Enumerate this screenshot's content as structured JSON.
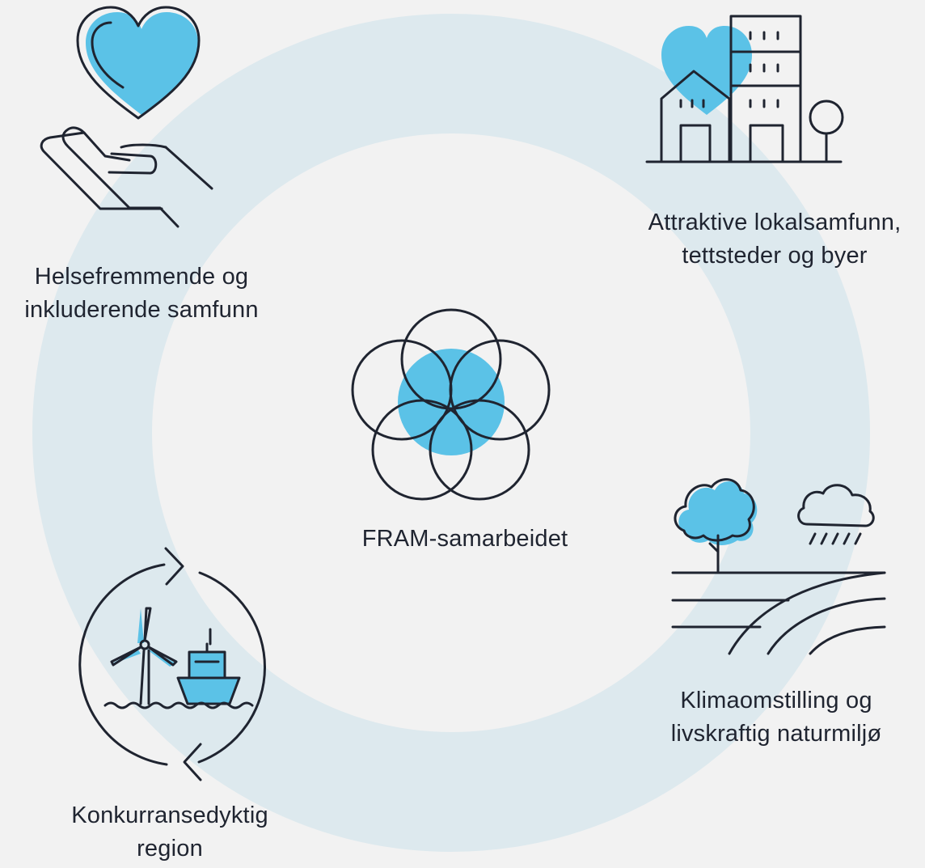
{
  "colors": {
    "background": "#f2f2f2",
    "ring": "#dde9ee",
    "accent": "#5bc2e7",
    "line": "#1f2430"
  },
  "center": {
    "icon": "flower-of-circles-icon",
    "label": "FRAM-samarbeidet"
  },
  "themes": [
    {
      "icon": "heart-in-hand-icon",
      "line1": "Helsefremmende og",
      "line2": "inkluderende samfunn"
    },
    {
      "icon": "buildings-with-heart-icon",
      "line1": "Attraktive lokalsamfunn,",
      "line2": "tettsteder og byer"
    },
    {
      "icon": "tree-cloud-landscape-icon",
      "line1": "Klimaomstilling og",
      "line2": "livskraftig naturmiljø"
    },
    {
      "icon": "wind-turbine-ship-cycle-icon",
      "line1": "Konkurransedyktig",
      "line2": "region"
    }
  ]
}
